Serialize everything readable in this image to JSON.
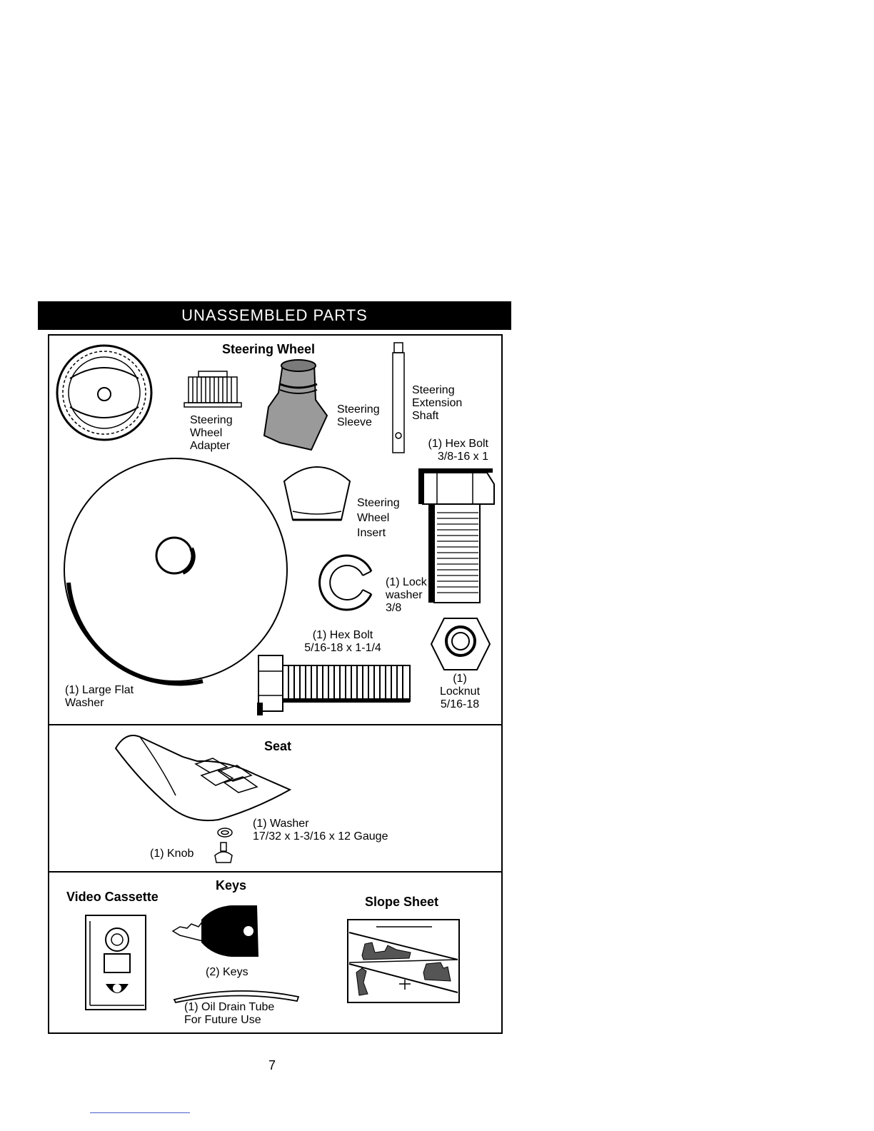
{
  "header": {
    "title": "UNASSEMBLED PARTS"
  },
  "steering_section": {
    "heading": "Steering Wheel",
    "adapter_label": "Steering\nWheel\nAdapter",
    "sleeve_label": "Steering\nSleeve",
    "extension_label": "Steering\nExtension\nShaft",
    "hex_bolt_large_label": "(1) Hex Bolt\n3/8-16 x 1",
    "insert_label": "Steering\nWheel\nInsert",
    "lock_washer_label": "(1) Lock\nwasher\n3/8",
    "hex_bolt_small_label": "(1) Hex Bolt\n5/16-18 x 1-1/4",
    "locknut_label": "(1)\nLocknut\n5/16-18",
    "large_washer_label": "(1) Large Flat\nWasher"
  },
  "seat_section": {
    "heading": "Seat",
    "washer_label": "(1) Washer\n17/32 x 1-3/16 x 12 Gauge",
    "knob_label": "(1) Knob"
  },
  "misc_section": {
    "video_heading": "Video Cassette",
    "keys_heading": "Keys",
    "keys_label": "(2) Keys",
    "drain_tube_label": "(1) Oil Drain Tube\nFor Future Use",
    "slope_heading": "Slope Sheet"
  },
  "footer": {
    "page_number": "7"
  }
}
